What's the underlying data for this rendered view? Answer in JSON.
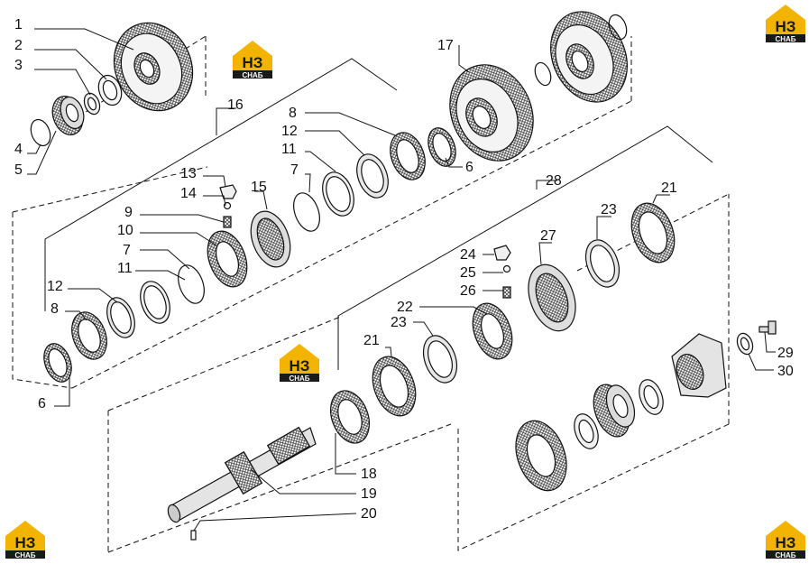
{
  "logo": {
    "main": "НЗ",
    "sub": "СНАБ",
    "colors": {
      "house": "#f2b400",
      "dark": "#1a1a1a",
      "text": "#ffffff"
    }
  },
  "callouts": [
    "1",
    "2",
    "3",
    "4",
    "5",
    "6",
    "8",
    "12",
    "7",
    "11",
    "10",
    "9",
    "14",
    "13",
    "16",
    "15",
    "7",
    "11",
    "12",
    "8",
    "17",
    "6",
    "28",
    "21",
    "23",
    "27",
    "24",
    "25",
    "26",
    "22",
    "23",
    "21",
    "18",
    "19",
    "20",
    "29",
    "30"
  ]
}
